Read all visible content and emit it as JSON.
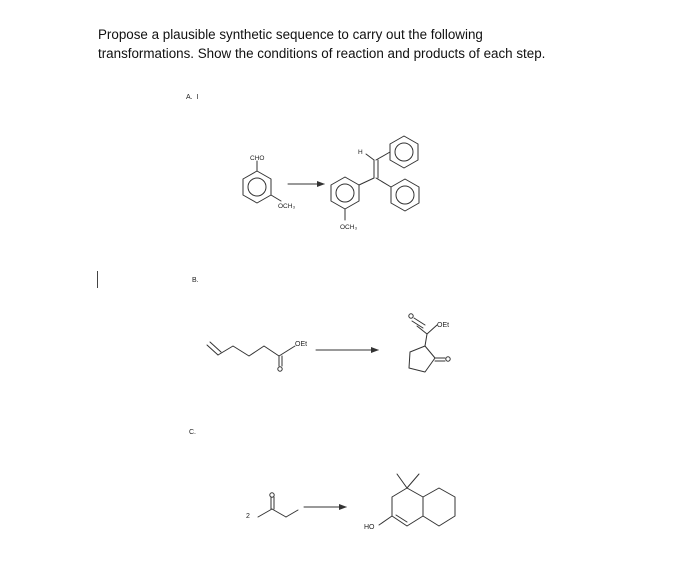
{
  "prompt": {
    "line1": "Propose a plausible synthetic sequence to carry out the following",
    "line2": "transformations. Show the conditions of reaction and products of each step."
  },
  "parts": {
    "a": {
      "label": "A.",
      "mark": "I"
    },
    "b": {
      "label": "B."
    },
    "c": {
      "label": "C."
    }
  },
  "structures": {
    "a_start_cho": "CHO",
    "a_start_och3": "OCH₃",
    "a_product_h": "H",
    "a_product_och3": "OCH₃",
    "b_start_oet": "OEt",
    "b_product_oet": "OEt",
    "c_coefficient": "2",
    "c_product_ho": "HO"
  }
}
